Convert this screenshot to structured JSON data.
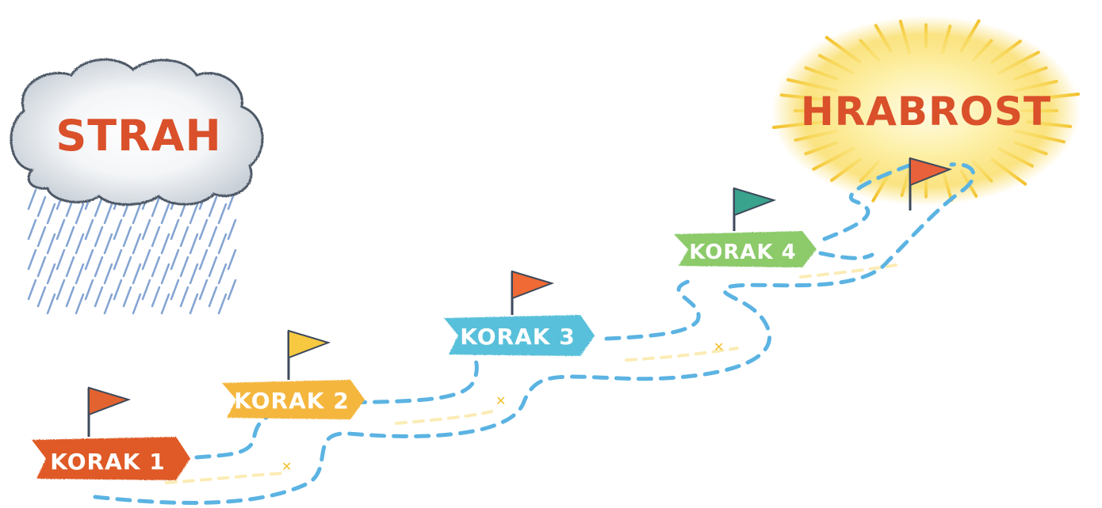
{
  "fear": {
    "label": "STRAH"
  },
  "courage": {
    "label": "HRABROST"
  },
  "steps": [
    {
      "label": "KORAK 1",
      "flag_color": "#e2632f",
      "banner_color": "#df5a28"
    },
    {
      "label": "KORAK 2",
      "flag_color": "#f6c941",
      "banner_color": "#f4b63e"
    },
    {
      "label": "KORAK 3",
      "flag_color": "#ef6a34",
      "banner_color": "#58c0da"
    },
    {
      "label": "KORAK 4",
      "flag_color": "#3aa38d",
      "banner_color": "#8cca6a"
    }
  ],
  "goal_flag": {
    "flag_color": "#e8613a"
  },
  "colors": {
    "path": "#5bb3e2",
    "cloud": "#8b96a3",
    "rain": "#5b86c4",
    "sun": "#f9d44b",
    "sun_rays": "#f2c12e",
    "label_red": "#d9502a"
  }
}
